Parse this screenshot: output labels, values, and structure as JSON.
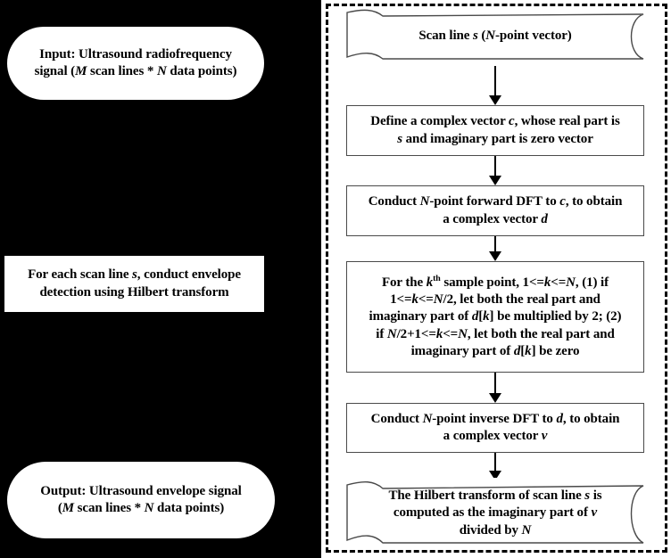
{
  "figure": {
    "type": "flowchart",
    "title": "Ultrasound envelope detection via Hilbert transform",
    "colors": {
      "left_panel_background": "#000000",
      "node_fill": "#ffffff",
      "node_stroke": "#4a4a4a",
      "connector": "#000000",
      "group_border": "#000000"
    },
    "group_border_style": "dashed"
  },
  "left_column": {
    "input_node": {
      "shape": "stadium",
      "line1_a": "Input: Ultrasound radiofrequency",
      "line2_a": "signal (",
      "line2_var1": "M",
      "line2_b": " scan lines * ",
      "line2_var2": "N",
      "line2_c": " data points)"
    },
    "process_node": {
      "shape": "rectangle",
      "line1_a": "For each scan line ",
      "line1_var": "s",
      "line1_b": ", conduct envelope",
      "line2": "detection using Hilbert transform"
    },
    "output_node": {
      "shape": "stadium",
      "line1": "Output: Ultrasound envelope signal",
      "line2_a": "(",
      "line2_var1": "M",
      "line2_b": " scan lines * ",
      "line2_var2": "N",
      "line2_c": " data points)"
    }
  },
  "right_column": {
    "scanline_node": {
      "shape": "tape",
      "text_a": "Scan line ",
      "var1": "s",
      "text_b": " (",
      "var2": "N",
      "text_c": "-point vector)"
    },
    "define_node": {
      "shape": "rectangle",
      "line1_a": "Define a complex vector ",
      "line1_var": "c",
      "line1_b": ", whose real part is",
      "line2_var": "s",
      "line2_b": " and imaginary part is zero vector"
    },
    "forward_dft_node": {
      "shape": "rectangle",
      "line1_a": "Conduct ",
      "line1_var1": "N",
      "line1_b": "-point forward DFT to ",
      "line1_var2": "c",
      "line1_c": ", to obtain",
      "line2_a": "a complex vector ",
      "line2_var": "d"
    },
    "kth_sample_node": {
      "shape": "rectangle",
      "line1_a": "For the ",
      "line1_var": "k",
      "line1_sup": "th",
      "line1_b": " sample point, 1<=",
      "line1_var2": "k",
      "line1_c": "<=",
      "line1_var3": "N",
      "line1_d": ", (1) if",
      "line2_a": "1<=",
      "line2_var1": "k",
      "line2_b": "<=",
      "line2_var2": "N",
      "line2_c": "/2, let both the real part and",
      "line3_a": "imaginary part of ",
      "line3_var": "d",
      "line3_b": "[",
      "line3_var2": "k",
      "line3_c": "] be multiplied by 2; (2)",
      "line4_a": "if ",
      "line4_var1": "N",
      "line4_b": "/2+1<=",
      "line4_var2": "k",
      "line4_c": "<=",
      "line4_var3": "N",
      "line4_d": ", let both the real part and",
      "line5_a": "imaginary part of ",
      "line5_var": "d",
      "line5_b": "[",
      "line5_var2": "k",
      "line5_c": "] be zero"
    },
    "inverse_dft_node": {
      "shape": "rectangle",
      "line1_a": "Conduct ",
      "line1_var1": "N",
      "line1_b": "-point inverse DFT to ",
      "line1_var2": "d",
      "line1_c": ", to obtain",
      "line2_a": "a complex vector ",
      "line2_var": "v"
    },
    "hilbert_result_node": {
      "shape": "tape",
      "line1_a": "The Hilbert transform of scan line ",
      "line1_var": "s",
      "line1_b": " is",
      "line2_a": "computed as the imaginary part of ",
      "line2_var": "v",
      "line3_a": "divided by ",
      "line3_var": "N"
    }
  },
  "connectors": {
    "count": 5,
    "style": "solid-line-with-filled-triangle-arrowhead",
    "direction": "downward"
  }
}
